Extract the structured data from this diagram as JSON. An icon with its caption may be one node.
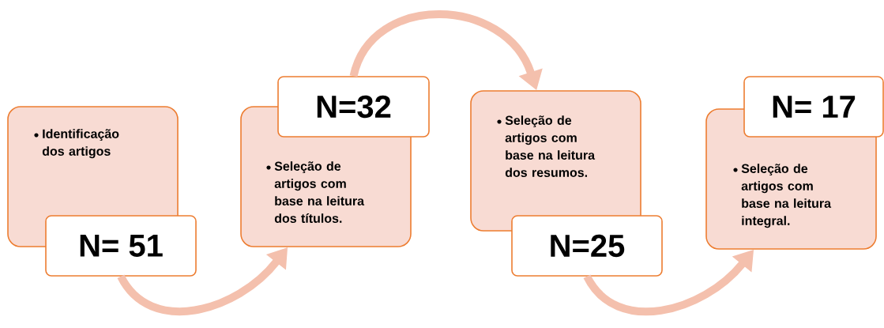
{
  "diagram": {
    "nodes": [
      {
        "text": [
          "Identificação dos artigos"
        ]
      },
      {
        "text": [
          "N= 51"
        ]
      },
      {
        "text": [
          "N=32"
        ]
      },
      {
        "text": [
          "Seleção de artigos com base na leitura dos títulos."
        ]
      },
      {
        "text": [
          "Seleção de artigos com base na leitura dos resumos."
        ]
      },
      {
        "text": [
          "N=25"
        ]
      },
      {
        "text": [
          "N= 17"
        ]
      },
      {
        "text": [
          "Seleção de artigos com base na leitura integral."
        ]
      }
    ],
    "edges": [
      {
        "from": 1,
        "to": 3,
        "arrow": "to"
      },
      {
        "from": 2,
        "to": 4,
        "arrow": "to"
      },
      {
        "from": 5,
        "to": 7,
        "arrow": "to"
      }
    ]
  }
}
